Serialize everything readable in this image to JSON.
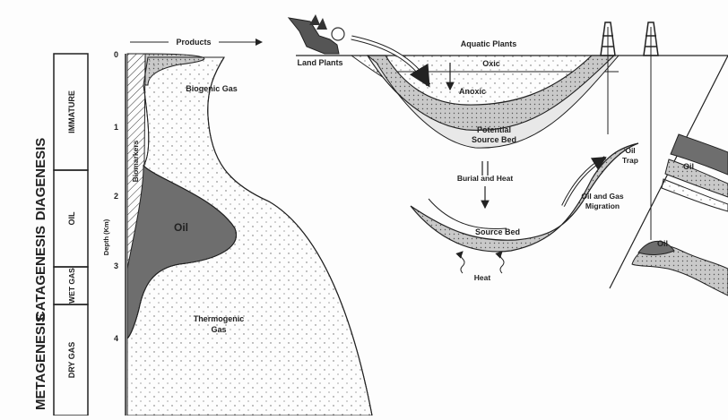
{
  "stages": [
    {
      "name": "DIAGENESIS",
      "sub": [
        "IMMATURE"
      ]
    },
    {
      "name": "CATAGENESIS",
      "sub": [
        "OIL",
        "WET GAS"
      ]
    },
    {
      "name": "METAGENESIS",
      "sub": [
        "DRY GAS"
      ]
    }
  ],
  "depth_axis": {
    "label": "Depth (Km)",
    "ticks": [
      "0",
      "1",
      "2",
      "3",
      "4"
    ]
  },
  "labels": {
    "products": "Products",
    "biomarkers": "Biomarkers",
    "biogenic_gas": "Biogenic Gas",
    "oil": "Oil",
    "thermogenic_gas_1": "Thermogenic",
    "thermogenic_gas_2": "Gas",
    "land_plants": "Land Plants",
    "aquatic_plants": "Aquatic Plants",
    "oxic": "Oxic",
    "anoxic": "Anoxic",
    "potential_source_bed_1": "Potential",
    "potential_source_bed_2": "Source Bed",
    "burial_and_heat": "Burial and Heat",
    "source_bed": "Source Bed",
    "heat": "Heat",
    "oil_trap_1": "Oil",
    "oil_trap_2": "Trap",
    "migration_1": "Oil and Gas",
    "migration_2": "Migration",
    "trap_oil_upper": "Oil",
    "trap_oil_lower": "Oil"
  },
  "colors": {
    "line": "#222222",
    "dark_fill": "#6a6a6a",
    "light_fill": "#cfcfcf"
  }
}
